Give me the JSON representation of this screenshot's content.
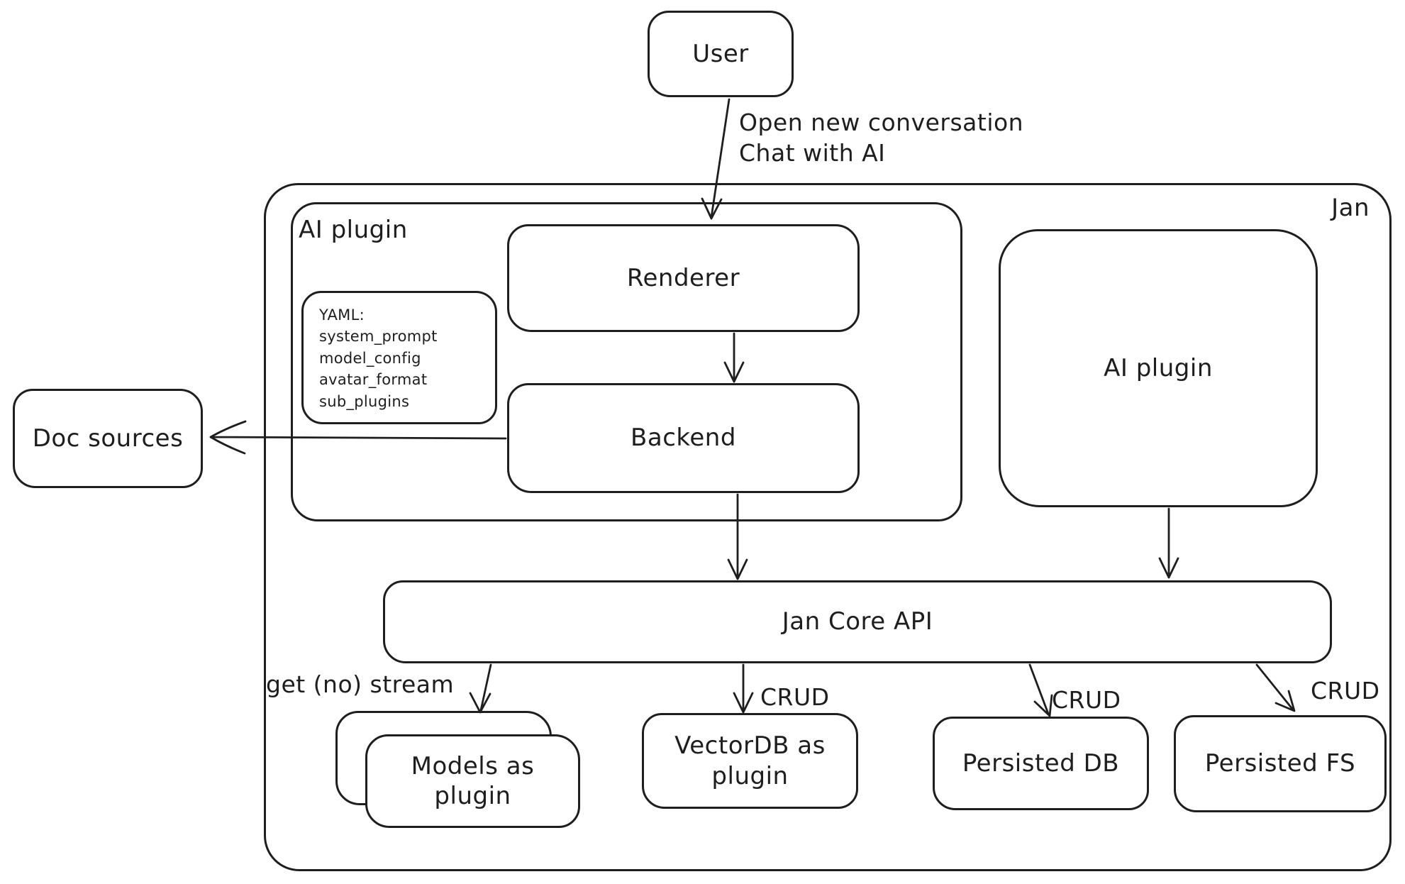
{
  "canvas": {
    "background": "#ffffff",
    "stroke_color": "#1e1e1e"
  },
  "nodes": {
    "user": {
      "label": "User"
    },
    "jan": {
      "label": "Jan"
    },
    "ai_plugin_group": {
      "label": "AI plugin"
    },
    "renderer": {
      "label": "Renderer"
    },
    "yaml_note": {
      "text": "YAML:\nsystem_prompt\nmodel_config\navatar_format\nsub_plugins"
    },
    "backend": {
      "label": "Backend"
    },
    "doc_sources": {
      "label": "Doc sources"
    },
    "ai_plugin_right": {
      "label": "AI plugin"
    },
    "jan_core_api": {
      "label": "Jan Core API"
    },
    "models_as_plugin": {
      "label": "Models as\nplugin"
    },
    "vectordb_as_plugin": {
      "label": "VectorDB as\nplugin"
    },
    "persisted_db": {
      "label": "Persisted DB"
    },
    "persisted_fs": {
      "label": "Persisted FS"
    }
  },
  "edge_labels": {
    "user_to_jan": "Open new conversation\nChat with AI",
    "get_no_stream": "get (no) stream",
    "crud_vectordb": "CRUD",
    "crud_persisted_db": "CRUD",
    "crud_persisted_fs": "CRUD"
  }
}
